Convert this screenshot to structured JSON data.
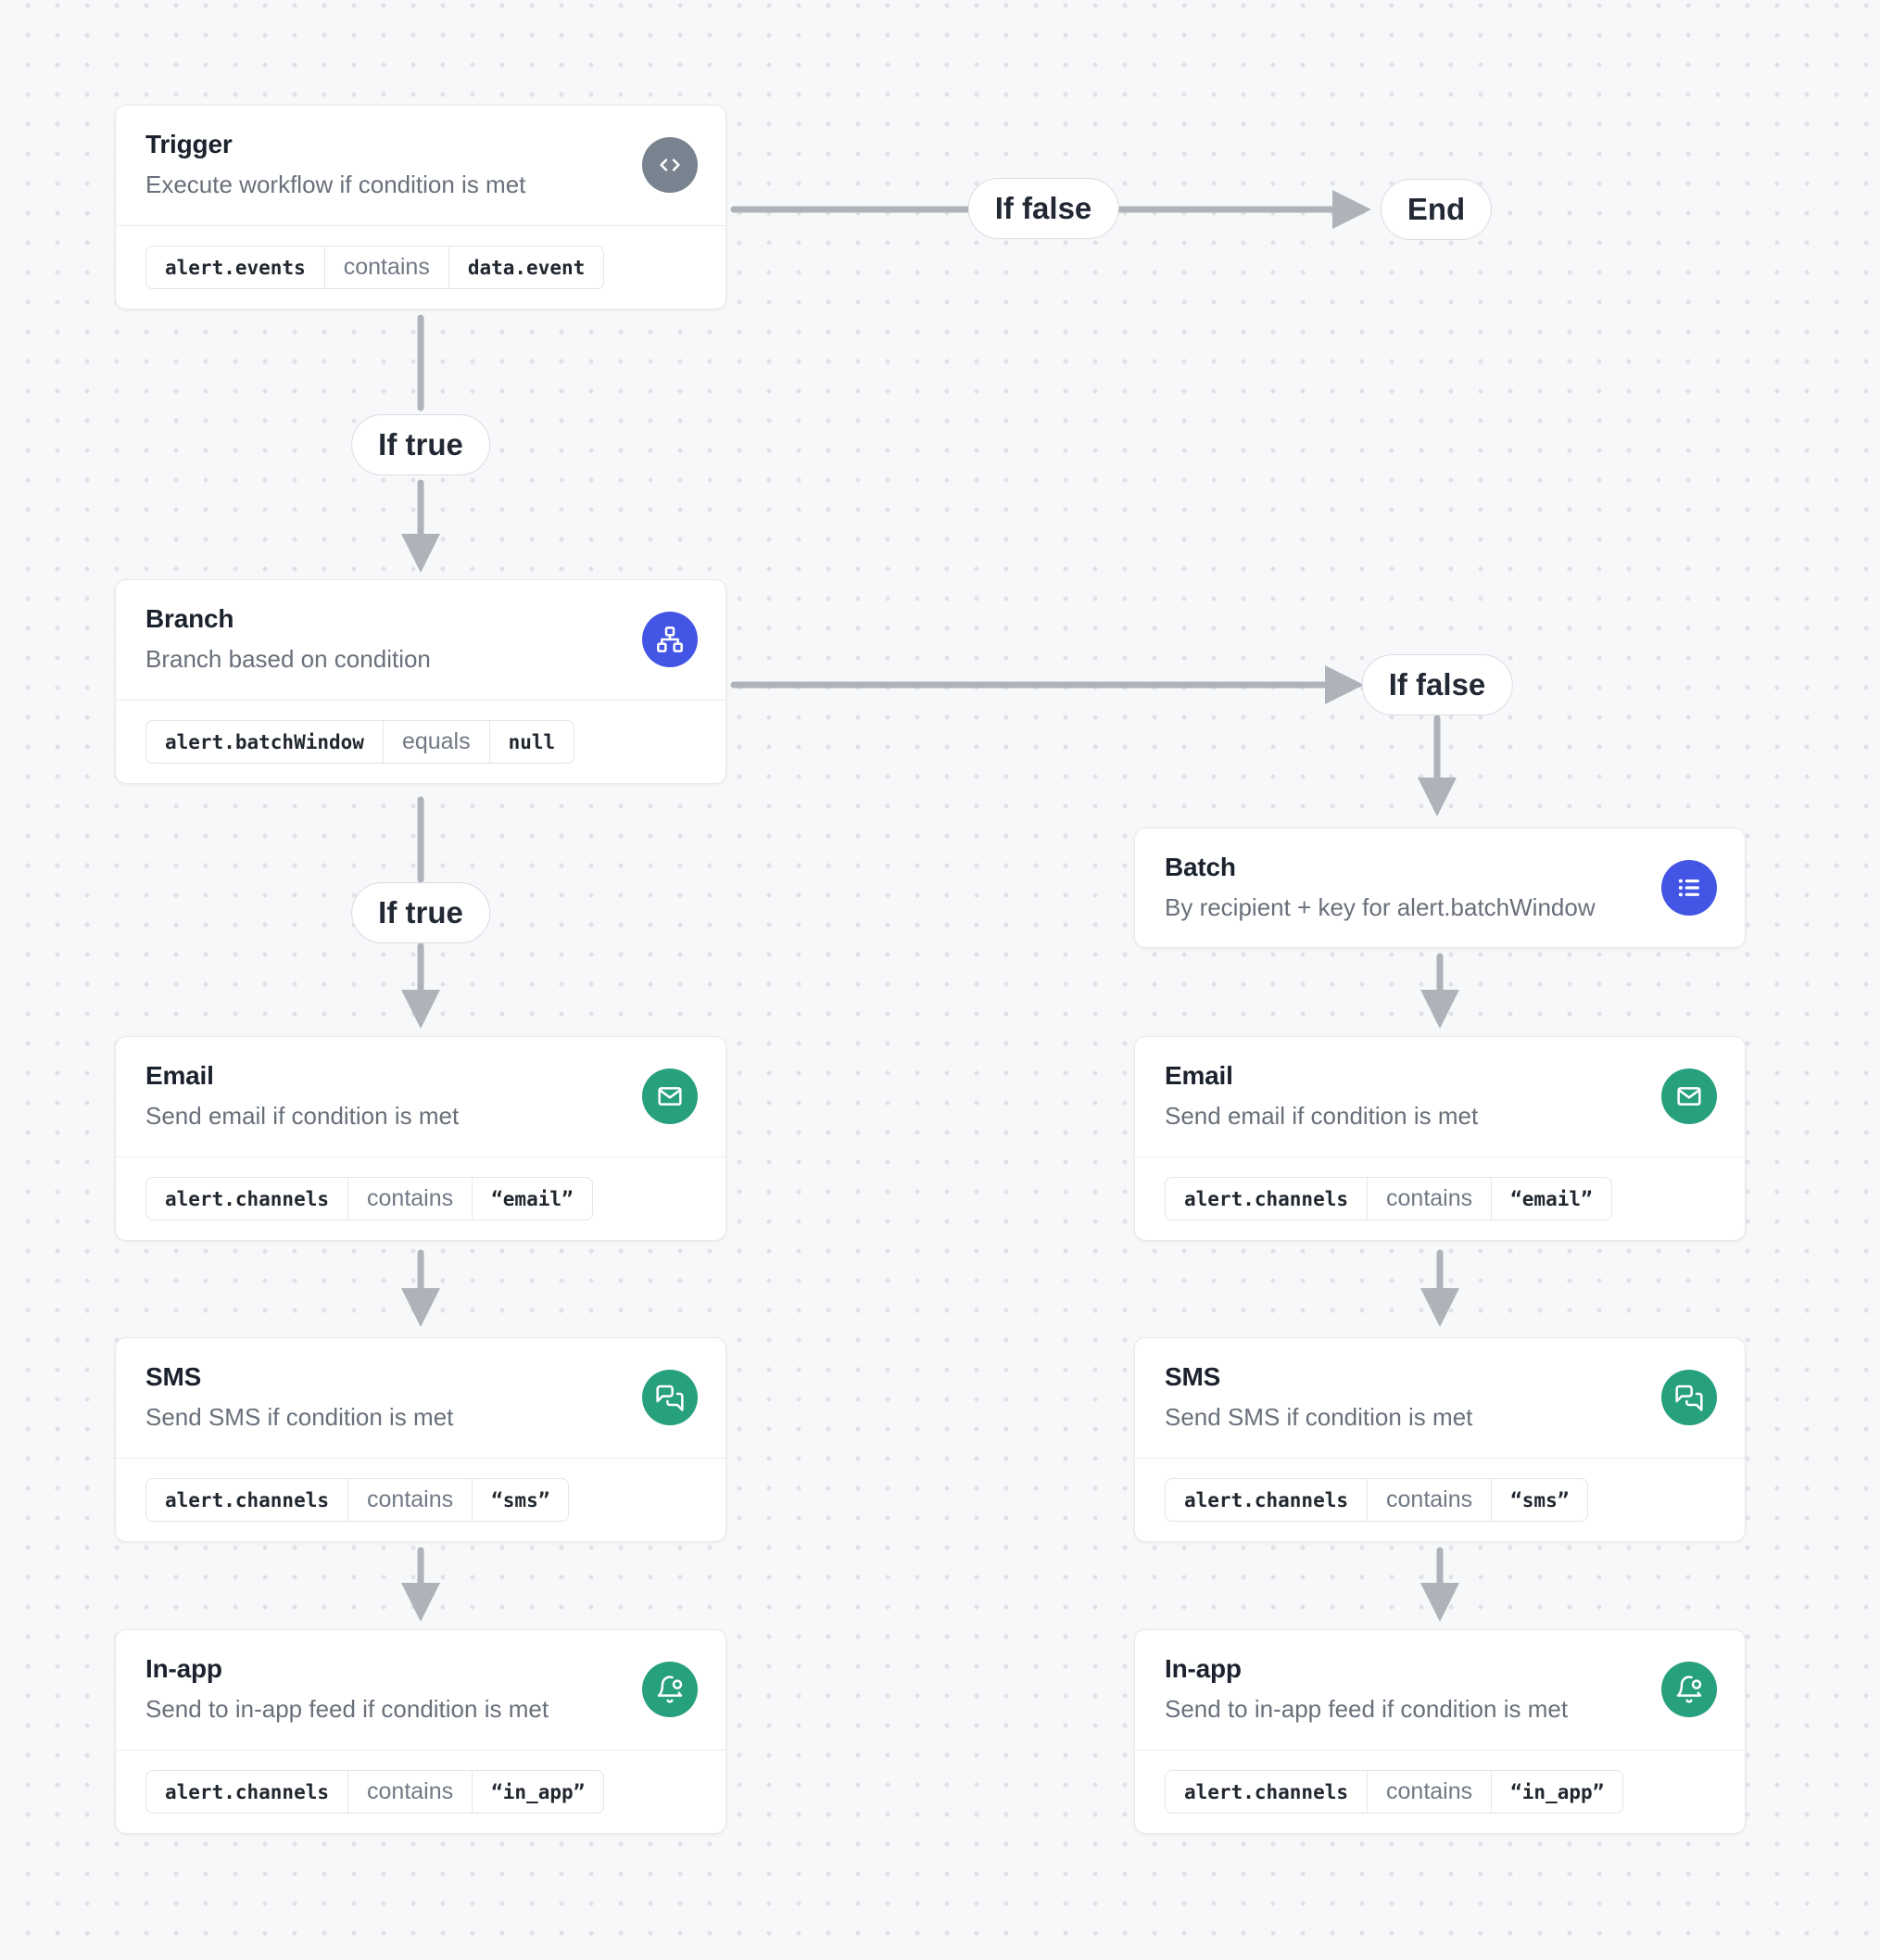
{
  "colors": {
    "node-gray": "#79828F",
    "node-blue": "#4355E4",
    "node-green": "#27A07D",
    "edge": "#AEB2B9",
    "canvas-bg": "#F7F8F9",
    "dot": "#E0E2E6"
  },
  "nodes": {
    "trigger": {
      "title": "Trigger",
      "subtitle": "Execute workflow if condition is met",
      "icon": "code-icon",
      "condition": {
        "field": "alert.events",
        "operator": "contains",
        "value": "data.event"
      }
    },
    "branch": {
      "title": "Branch",
      "subtitle": "Branch based on condition",
      "icon": "sitemap-icon",
      "condition": {
        "field": "alert.batchWindow",
        "operator": "equals",
        "value": "null"
      }
    },
    "batch": {
      "title": "Batch",
      "subtitle": "By recipient + key for alert.batchWindow",
      "icon": "list-icon"
    },
    "email_true": {
      "title": "Email",
      "subtitle": "Send email if condition is met",
      "icon": "mail-icon",
      "condition": {
        "field": "alert.channels",
        "operator": "contains",
        "value": "“email”"
      }
    },
    "sms_true": {
      "title": "SMS",
      "subtitle": "Send SMS if condition is met",
      "icon": "messages-icon",
      "condition": {
        "field": "alert.channels",
        "operator": "contains",
        "value": "“sms”"
      }
    },
    "inapp_true": {
      "title": "In-app",
      "subtitle": "Send to in-app feed if condition is met",
      "icon": "bell-dot-icon",
      "condition": {
        "field": "alert.channels",
        "operator": "contains",
        "value": "“in_app”"
      }
    },
    "email_false": {
      "title": "Email",
      "subtitle": "Send email if condition is met",
      "icon": "mail-icon",
      "condition": {
        "field": "alert.channels",
        "operator": "contains",
        "value": "“email”"
      }
    },
    "sms_false": {
      "title": "SMS",
      "subtitle": "Send SMS if condition is met",
      "icon": "messages-icon",
      "condition": {
        "field": "alert.channels",
        "operator": "contains",
        "value": "“sms”"
      }
    },
    "inapp_false": {
      "title": "In-app",
      "subtitle": "Send to in-app feed if condition is met",
      "icon": "bell-dot-icon",
      "condition": {
        "field": "alert.channels",
        "operator": "contains",
        "value": "“in_app”"
      }
    }
  },
  "edge_labels": {
    "if_false_top": "If false",
    "end": "End",
    "if_true_top": "If true",
    "if_false_branch": "If false",
    "if_true_branch": "If true"
  }
}
